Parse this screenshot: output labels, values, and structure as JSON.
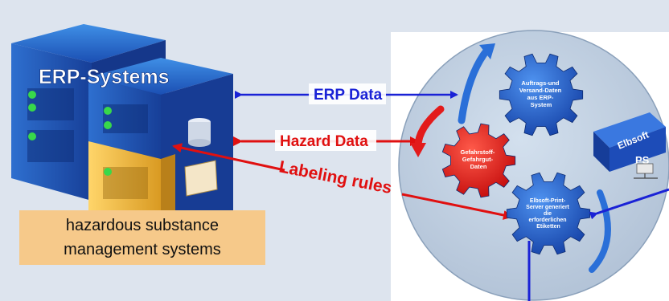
{
  "erp_title": "ERP-Systems",
  "flows": {
    "erp_data": "ERP Data",
    "hazard_data": "Hazard Data",
    "labeling_rules": "Labeling rules"
  },
  "caption": {
    "line1": "hazardous substance",
    "line2": "management systems"
  },
  "gears": {
    "top": [
      "Auftrags-und",
      "Versand-Daten",
      "aus ERP-",
      "System"
    ],
    "red": [
      "Gefahrstoff-",
      "Gefahrgut-",
      "Daten"
    ],
    "bottom": [
      "Elbsoft-Print-",
      "Server generiert",
      "die",
      "erforderlichen",
      "Etiketten"
    ]
  },
  "printer": {
    "brand": "Elbsoft",
    "model": "PS"
  },
  "colors": {
    "background": "#dde4ee",
    "erp_arrow": "#1a22d6",
    "hazard_arrow": "#e01010",
    "gear_blue": "#1f5fd0",
    "gear_red": "#e31b1b",
    "caption_bg": "#f6c98a"
  }
}
